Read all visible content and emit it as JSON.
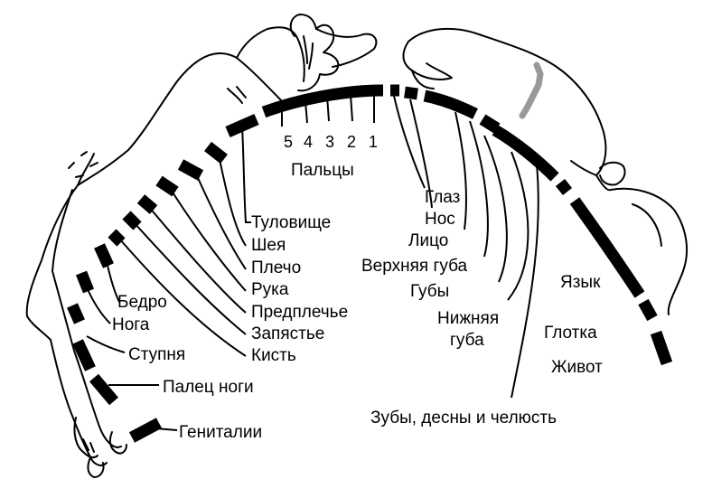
{
  "body_labels": {
    "fingers": "Пальцы",
    "trunk": "Туловище",
    "neck": "Шея",
    "shoulder": "Плечо",
    "arm": "Рука",
    "forearm": "Предплечье",
    "wrist": "Запястье",
    "hand": "Кисть",
    "hip": "Бедро",
    "leg": "Нога",
    "foot": "Ступня",
    "toe": "Палец ноги",
    "genitals": "Гениталии"
  },
  "finger_numbers": [
    "5",
    "4",
    "3",
    "2",
    "1"
  ],
  "head_labels": {
    "eye": "Глаз",
    "nose": "Нос",
    "face": "Лицо",
    "upper_lip": "Верхняя губа",
    "lips": "Губы",
    "lower_lip": "Нижняя губа",
    "tongue": "Язык",
    "pharynx": "Глотка",
    "abdomen": "Живот",
    "teeth_gums_jaw": "Зубы, десны и челюсть"
  },
  "colors": {
    "ink": "#000000",
    "highlight": "#999999",
    "background": "#ffffff"
  }
}
